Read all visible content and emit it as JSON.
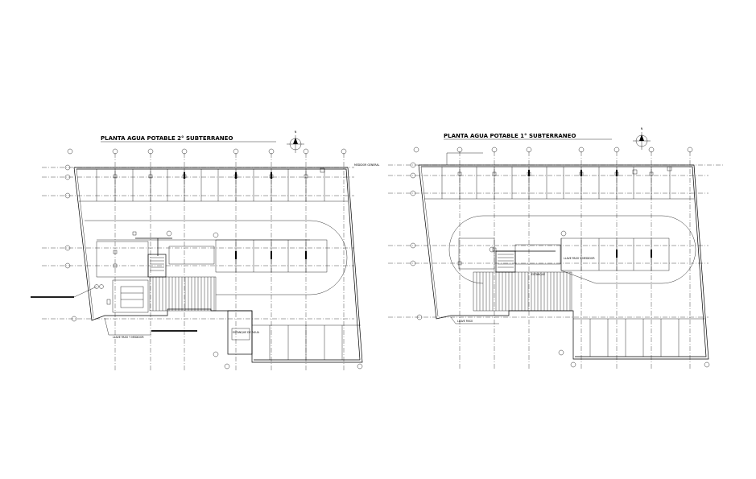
{
  "plans": [
    {
      "title": "PLANTA AGUA POTABLE 2° SUBTERRANEO",
      "note_left": "LLAVE PASO Y MEDIDOR",
      "note_box": "ESTANQUE DE AGUA",
      "note_bottom": "MEDIDOR GENERAL"
    },
    {
      "title": "PLANTA AGUA POTABLE 1° SUBTERRANEO",
      "note_left": "LLAVE PASO",
      "note_box": "ESTANQUE",
      "note_bottom": "LLAVE PASO Y MEDIDOR"
    }
  ]
}
